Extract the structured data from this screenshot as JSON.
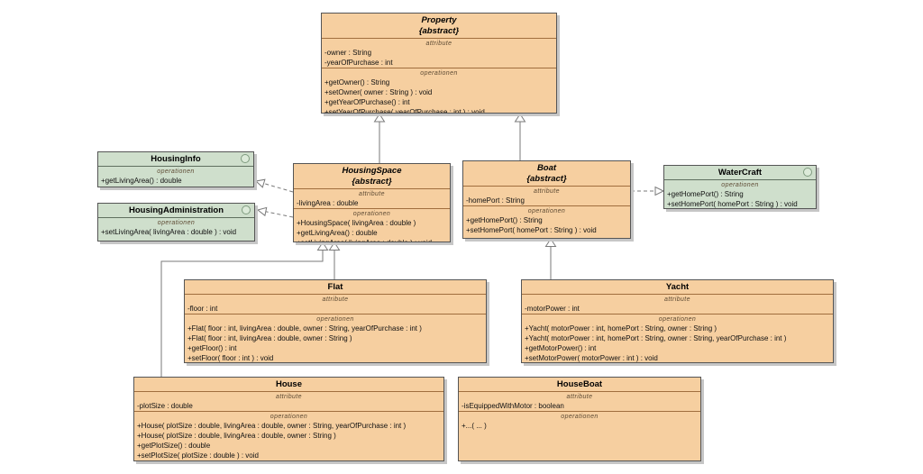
{
  "section_labels": {
    "attributes": "attribute",
    "operations": "operationen"
  },
  "colors": {
    "class_fill": "#f6cfa0",
    "interface_fill": "#cfdfcc",
    "border": "#555555",
    "separator": "#a06e3e",
    "connector": "#7a7a7a",
    "background": "#ffffff"
  },
  "classes": [
    {
      "name": "Property",
      "stereotype": "{abstract}",
      "kind": "abstract-class",
      "attributes": [
        "-owner : String",
        "-yearOfPurchase : int"
      ],
      "operations": [
        "+getOwner() : String",
        "+setOwner( owner : String ) : void",
        "+getYearOfPurchase() : int",
        "+setYearOfPurchase( yearOfPurchase : int ) : void"
      ]
    },
    {
      "name": "HousingInfo",
      "kind": "interface",
      "operations": [
        "+getLivingArea() : double"
      ]
    },
    {
      "name": "HousingAdministration",
      "kind": "interface",
      "operations": [
        "+setLivingArea( livingArea : double ) : void"
      ]
    },
    {
      "name": "HousingSpace",
      "stereotype": "{abstract}",
      "kind": "abstract-class",
      "attributes": [
        "-livingArea : double"
      ],
      "operations": [
        "+HousingSpace( livingArea : double )",
        "+getLivingArea() : double",
        "+setLivingArea( livingArea : double ) : void"
      ]
    },
    {
      "name": "Boat",
      "stereotype": "{abstract}",
      "kind": "abstract-class",
      "attributes": [
        "-homePort : String"
      ],
      "operations": [
        "+getHomePort() : String",
        "+setHomePort( homePort : String ) : void"
      ]
    },
    {
      "name": "WaterCraft",
      "kind": "interface",
      "operations": [
        "+getHomePort() : String",
        "+setHomePort( homePort : String ) : void"
      ]
    },
    {
      "name": "Flat",
      "kind": "class",
      "attributes": [
        "-floor : int"
      ],
      "operations": [
        "+Flat( floor : int, livingArea : double, owner : String, yearOfPurchase : int )",
        "+Flat( floor : int, livingArea : double, owner : String )",
        "+getFloor() : int",
        "+setFloor( floor : int ) : void"
      ]
    },
    {
      "name": "Yacht",
      "kind": "class",
      "attributes": [
        "-motorPower : int"
      ],
      "operations": [
        "+Yacht( motorPower : int, homePort : String, owner : String )",
        "+Yacht( motorPower : int, homePort : String, owner : String, yearOfPurchase : int )",
        "+getMotorPower() : int",
        "+setMotorPower( motorPower : int ) : void"
      ]
    },
    {
      "name": "House",
      "kind": "class",
      "attributes": [
        "-plotSize : double"
      ],
      "operations": [
        "+House( plotSize : double, livingArea : double, owner : String, yearOfPurchase : int )",
        "+House( plotSize : double, livingArea : double, owner : String )",
        "+getPlotSize() : double",
        "+setPlotSize( plotSize : double ) : void"
      ]
    },
    {
      "name": "HouseBoat",
      "kind": "class",
      "attributes": [
        "-isEquippedWithMotor : boolean"
      ],
      "operations": [
        "+...( ... )"
      ]
    }
  ],
  "relations": [
    {
      "type": "generalization",
      "from": "HousingSpace",
      "to": "Property"
    },
    {
      "type": "generalization",
      "from": "Boat",
      "to": "Property"
    },
    {
      "type": "generalization",
      "from": "Flat",
      "to": "HousingSpace"
    },
    {
      "type": "generalization",
      "from": "House",
      "to": "HousingSpace"
    },
    {
      "type": "generalization",
      "from": "Yacht",
      "to": "Boat"
    },
    {
      "type": "realization",
      "from": "HousingSpace",
      "to": "HousingInfo"
    },
    {
      "type": "realization",
      "from": "HousingSpace",
      "to": "HousingAdministration"
    },
    {
      "type": "realization",
      "from": "Boat",
      "to": "WaterCraft"
    }
  ]
}
